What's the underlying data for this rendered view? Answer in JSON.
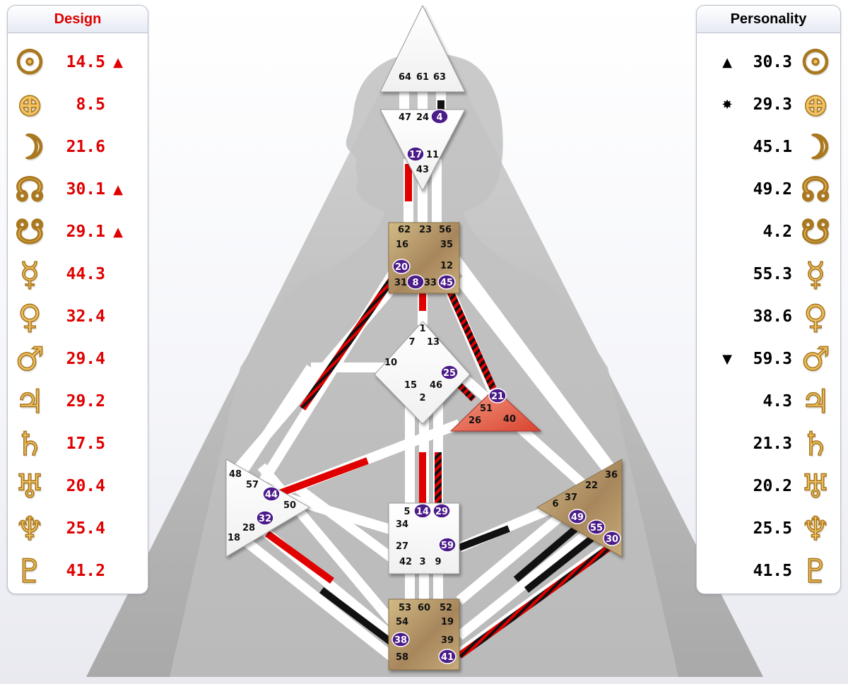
{
  "design": {
    "title": "Design",
    "color": "#e00000",
    "rows": [
      {
        "planet": "sun-icon",
        "glyph": "☉",
        "value": "14.5",
        "mark": "▲"
      },
      {
        "planet": "earth-icon",
        "glyph": "⊕",
        "value": "8.5",
        "mark": ""
      },
      {
        "planet": "moon-icon",
        "glyph": "☽",
        "value": "21.6",
        "mark": ""
      },
      {
        "planet": "north-node-icon",
        "glyph": "☊",
        "value": "30.1",
        "mark": "▲"
      },
      {
        "planet": "south-node-icon",
        "glyph": "☋",
        "value": "29.1",
        "mark": "▲"
      },
      {
        "planet": "mercury-icon",
        "glyph": "☿",
        "value": "44.3",
        "mark": ""
      },
      {
        "planet": "venus-icon",
        "glyph": "♀",
        "value": "32.4",
        "mark": ""
      },
      {
        "planet": "mars-icon",
        "glyph": "♂",
        "value": "29.4",
        "mark": ""
      },
      {
        "planet": "jupiter-icon",
        "glyph": "♃",
        "value": "29.2",
        "mark": ""
      },
      {
        "planet": "saturn-icon",
        "glyph": "♄",
        "value": "17.5",
        "mark": ""
      },
      {
        "planet": "uranus-icon",
        "glyph": "♅",
        "value": "20.4",
        "mark": ""
      },
      {
        "planet": "neptune-icon",
        "glyph": "♆",
        "value": "25.4",
        "mark": ""
      },
      {
        "planet": "pluto-icon",
        "glyph": "♇",
        "value": "41.2",
        "mark": ""
      }
    ]
  },
  "personality": {
    "title": "Personality",
    "color": "#000000",
    "rows": [
      {
        "planet": "sun-icon",
        "glyph": "☉",
        "value": "30.3",
        "mark": "▲"
      },
      {
        "planet": "earth-icon",
        "glyph": "⊕",
        "value": "29.3",
        "mark": "✸"
      },
      {
        "planet": "moon-icon",
        "glyph": "☽",
        "value": "45.1",
        "mark": ""
      },
      {
        "planet": "north-node-icon",
        "glyph": "☊",
        "value": "49.2",
        "mark": ""
      },
      {
        "planet": "south-node-icon",
        "glyph": "☋",
        "value": "4.2",
        "mark": ""
      },
      {
        "planet": "mercury-icon",
        "glyph": "☿",
        "value": "55.3",
        "mark": ""
      },
      {
        "planet": "venus-icon",
        "glyph": "♀",
        "value": "38.6",
        "mark": ""
      },
      {
        "planet": "mars-icon",
        "glyph": "♂",
        "value": "59.3",
        "mark": "▼"
      },
      {
        "planet": "jupiter-icon",
        "glyph": "♃",
        "value": "4.3",
        "mark": ""
      },
      {
        "planet": "saturn-icon",
        "glyph": "♄",
        "value": "21.3",
        "mark": ""
      },
      {
        "planet": "uranus-icon",
        "glyph": "♅",
        "value": "20.2",
        "mark": ""
      },
      {
        "planet": "neptune-icon",
        "glyph": "♆",
        "value": "25.5",
        "mark": ""
      },
      {
        "planet": "pluto-icon",
        "glyph": "♇",
        "value": "41.5",
        "mark": ""
      }
    ]
  },
  "colors": {
    "design": "#e00000",
    "personality": "#111111",
    "center_tan": "#b99b6a",
    "center_red": "#e04a3a",
    "gate_badge": "#4b1b8a",
    "silhouette": "#b9b9b9"
  },
  "centers": [
    {
      "name": "head",
      "gates": [
        "64",
        "61",
        "63"
      ]
    },
    {
      "name": "ajna",
      "gates": [
        "47",
        "24",
        "4",
        "17",
        "11",
        "43"
      ]
    },
    {
      "name": "throat",
      "gates": [
        "62",
        "23",
        "56",
        "16",
        "35",
        "20",
        "12",
        "31",
        "8",
        "33",
        "45"
      ]
    },
    {
      "name": "g",
      "gates": [
        "1",
        "7",
        "13",
        "10",
        "25",
        "15",
        "46",
        "2"
      ]
    },
    {
      "name": "ego",
      "gates": [
        "21",
        "51",
        "26",
        "40"
      ]
    },
    {
      "name": "spleen",
      "gates": [
        "48",
        "57",
        "44",
        "50",
        "32",
        "28",
        "18"
      ]
    },
    {
      "name": "sacral",
      "gates": [
        "5",
        "14",
        "29",
        "34",
        "27",
        "59",
        "42",
        "3",
        "9"
      ]
    },
    {
      "name": "solar-plexus",
      "gates": [
        "36",
        "22",
        "6",
        "37",
        "49",
        "55",
        "30"
      ]
    },
    {
      "name": "root",
      "gates": [
        "53",
        "60",
        "52",
        "54",
        "19",
        "38",
        "39",
        "58",
        "41"
      ]
    }
  ],
  "active_gates": [
    "4",
    "17",
    "20",
    "8",
    "45",
    "25",
    "21",
    "44",
    "32",
    "14",
    "29",
    "59",
    "49",
    "55",
    "30",
    "38",
    "41"
  ]
}
